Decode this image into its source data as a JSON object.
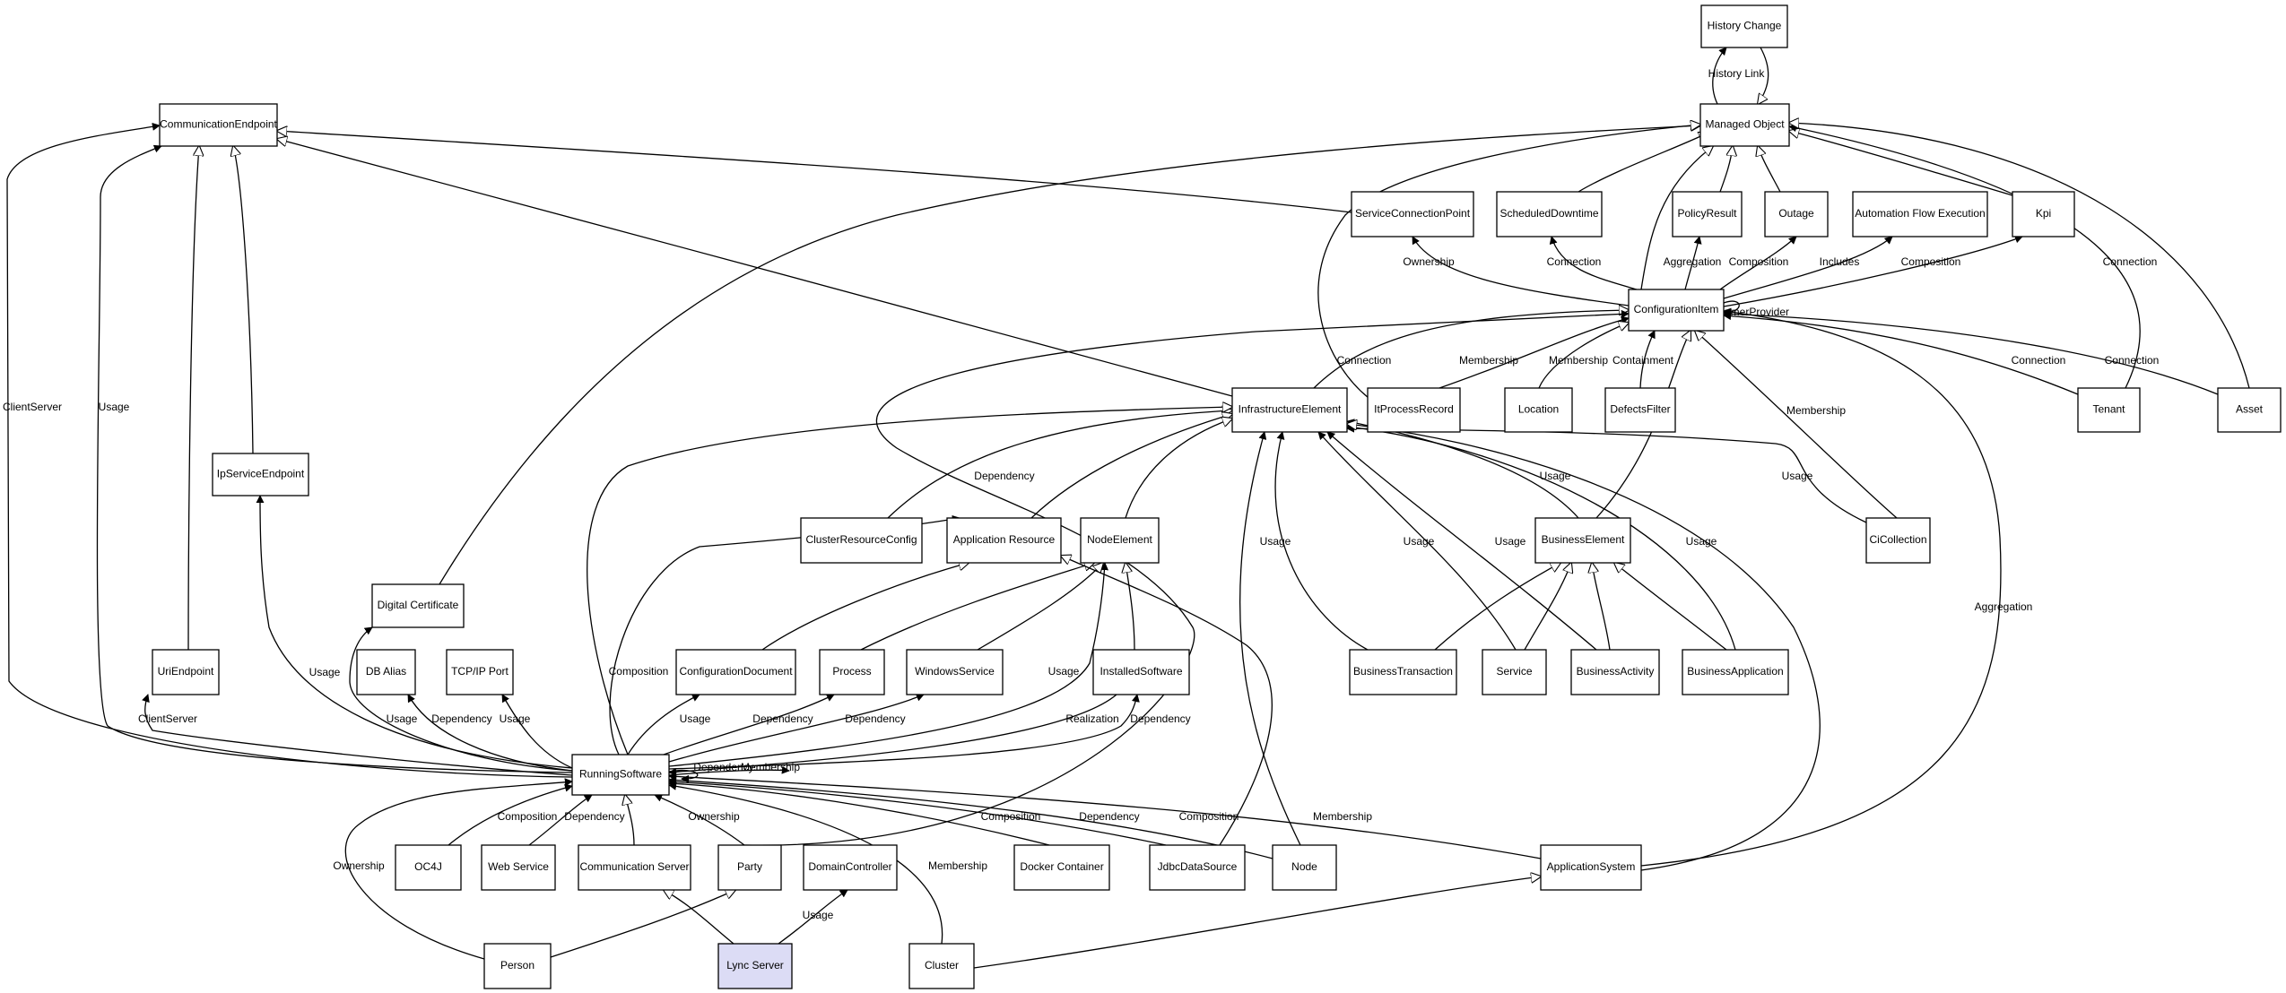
{
  "diagram": {
    "colors": {
      "node_fill": "#ffffff",
      "highlight_fill": "#dcdcf5",
      "stroke": "#000000",
      "background": "#ffffff"
    },
    "nodes": [
      {
        "id": "history-change",
        "label": "History Change"
      },
      {
        "id": "managed-object",
        "label": "Managed Object"
      },
      {
        "id": "communication-endpoint",
        "label": "CommunicationEndpoint"
      },
      {
        "id": "service-connection-point",
        "label": "ServiceConnectionPoint"
      },
      {
        "id": "scheduled-downtime",
        "label": "ScheduledDowntime"
      },
      {
        "id": "policy-result",
        "label": "PolicyResult"
      },
      {
        "id": "outage",
        "label": "Outage"
      },
      {
        "id": "automation-flow-execution",
        "label": "Automation Flow Execution"
      },
      {
        "id": "kpi",
        "label": "Kpi"
      },
      {
        "id": "configuration-item",
        "label": "ConfigurationItem"
      },
      {
        "id": "infrastructure-element",
        "label": "InfrastructureElement"
      },
      {
        "id": "it-process-record",
        "label": "ItProcessRecord"
      },
      {
        "id": "location",
        "label": "Location"
      },
      {
        "id": "defects-filter",
        "label": "DefectsFilter"
      },
      {
        "id": "tenant",
        "label": "Tenant"
      },
      {
        "id": "asset",
        "label": "Asset"
      },
      {
        "id": "ip-service-endpoint",
        "label": "IpServiceEndpoint"
      },
      {
        "id": "cluster-resource-config",
        "label": "ClusterResourceConfig"
      },
      {
        "id": "application-resource",
        "label": "Application Resource"
      },
      {
        "id": "node-element",
        "label": "NodeElement"
      },
      {
        "id": "business-element",
        "label": "BusinessElement"
      },
      {
        "id": "ci-collection",
        "label": "CiCollection"
      },
      {
        "id": "digital-certificate",
        "label": "Digital Certificate"
      },
      {
        "id": "uri-endpoint",
        "label": "UriEndpoint"
      },
      {
        "id": "db-alias",
        "label": "DB Alias"
      },
      {
        "id": "tcpip-port",
        "label": "TCP/IP Port"
      },
      {
        "id": "configuration-document",
        "label": "ConfigurationDocument"
      },
      {
        "id": "process",
        "label": "Process"
      },
      {
        "id": "windows-service",
        "label": "WindowsService"
      },
      {
        "id": "installed-software",
        "label": "InstalledSoftware"
      },
      {
        "id": "business-transaction",
        "label": "BusinessTransaction"
      },
      {
        "id": "service",
        "label": "Service"
      },
      {
        "id": "business-activity",
        "label": "BusinessActivity"
      },
      {
        "id": "business-application",
        "label": "BusinessApplication"
      },
      {
        "id": "running-software",
        "label": "RunningSoftware"
      },
      {
        "id": "oc4j",
        "label": "OC4J"
      },
      {
        "id": "web-service",
        "label": "Web Service"
      },
      {
        "id": "communication-server",
        "label": "Communication Server"
      },
      {
        "id": "party",
        "label": "Party"
      },
      {
        "id": "domain-controller",
        "label": "DomainController"
      },
      {
        "id": "docker-container",
        "label": "Docker Container"
      },
      {
        "id": "jdbc-data-source",
        "label": "JdbcDataSource"
      },
      {
        "id": "node",
        "label": "Node"
      },
      {
        "id": "application-system",
        "label": "ApplicationSystem"
      },
      {
        "id": "person",
        "label": "Person"
      },
      {
        "id": "lync-server",
        "label": "Lync Server",
        "highlighted": true
      },
      {
        "id": "cluster",
        "label": "Cluster"
      }
    ],
    "edges": [
      {
        "from": "managed-object",
        "to": "history-change",
        "label": "History Link",
        "kind": "association"
      },
      {
        "from": "history-change",
        "to": "managed-object",
        "label": "",
        "kind": "inheritance"
      },
      {
        "from": "service-connection-point",
        "to": "communication-endpoint",
        "label": "",
        "kind": "inheritance"
      },
      {
        "from": "infrastructure-element",
        "to": "communication-endpoint",
        "label": "",
        "kind": "inheritance"
      },
      {
        "from": "scheduled-downtime",
        "to": "managed-object",
        "label": "",
        "kind": "inheritance"
      },
      {
        "from": "policy-result",
        "to": "managed-object",
        "label": "",
        "kind": "inheritance"
      },
      {
        "from": "outage",
        "to": "managed-object",
        "label": "",
        "kind": "inheritance"
      },
      {
        "from": "kpi",
        "to": "managed-object",
        "label": "",
        "kind": "inheritance"
      },
      {
        "from": "configuration-item",
        "to": "managed-object",
        "label": "",
        "kind": "inheritance"
      },
      {
        "from": "digital-certificate",
        "to": "managed-object",
        "label": "",
        "kind": "inheritance"
      },
      {
        "from": "it-process-record",
        "to": "managed-object",
        "label": "",
        "kind": "inheritance"
      },
      {
        "from": "tenant",
        "to": "managed-object",
        "label": "Connection",
        "kind": "association"
      },
      {
        "from": "asset",
        "to": "managed-object",
        "label": "",
        "kind": "inheritance"
      },
      {
        "from": "configuration-item",
        "to": "service-connection-point",
        "label": "Ownership",
        "kind": "association"
      },
      {
        "from": "configuration-item",
        "to": "scheduled-downtime",
        "label": "Connection",
        "kind": "association"
      },
      {
        "from": "configuration-item",
        "to": "policy-result",
        "label": "Aggregation",
        "kind": "association"
      },
      {
        "from": "configuration-item",
        "to": "outage",
        "label": "Composition",
        "kind": "association"
      },
      {
        "from": "configuration-item",
        "to": "automation-flow-execution",
        "label": "Includes",
        "kind": "association"
      },
      {
        "from": "configuration-item",
        "to": "kpi",
        "label": "Composition",
        "kind": "association"
      },
      {
        "from": "configuration-item",
        "to": "configuration-item",
        "label": "ConsumerProvider",
        "kind": "association"
      },
      {
        "from": "infrastructure-element",
        "to": "configuration-item",
        "label": "Connection",
        "kind": "inheritance"
      },
      {
        "from": "it-process-record",
        "to": "configuration-item",
        "label": "Membership",
        "kind": "association"
      },
      {
        "from": "location",
        "to": "configuration-item",
        "label": "Membership",
        "kind": "inheritance"
      },
      {
        "from": "defects-filter",
        "to": "configuration-item",
        "label": "Containment",
        "kind": "association"
      },
      {
        "from": "tenant",
        "to": "configuration-item",
        "label": "Connection",
        "kind": "association"
      },
      {
        "from": "asset",
        "to": "configuration-item",
        "label": "Connection",
        "kind": "association"
      },
      {
        "from": "ci-collection",
        "to": "configuration-item",
        "label": "Membership",
        "kind": "inheritance"
      },
      {
        "from": "business-element",
        "to": "configuration-item",
        "label": "",
        "kind": "inheritance"
      },
      {
        "from": "application-system",
        "to": "configuration-item",
        "label": "Aggregation",
        "kind": "association"
      },
      {
        "from": "cluster-resource-config",
        "to": "infrastructure-element",
        "label": "Dependency",
        "kind": "inheritance"
      },
      {
        "from": "application-resource",
        "to": "infrastructure-element",
        "label": "",
        "kind": "inheritance"
      },
      {
        "from": "node-element",
        "to": "infrastructure-element",
        "label": "",
        "kind": "inheritance"
      },
      {
        "from": "running-software",
        "to": "infrastructure-element",
        "label": "",
        "kind": "inheritance"
      },
      {
        "from": "business-element",
        "to": "infrastructure-element",
        "label": "Usage",
        "kind": "association"
      },
      {
        "from": "ci-collection",
        "to": "infrastructure-element",
        "label": "Usage",
        "kind": "association"
      },
      {
        "from": "service",
        "to": "infrastructure-element",
        "label": "Usage",
        "kind": "association"
      },
      {
        "from": "business-transaction",
        "to": "infrastructure-element",
        "label": "Usage",
        "kind": "association"
      },
      {
        "from": "business-activity",
        "to": "infrastructure-element",
        "label": "Usage",
        "kind": "association"
      },
      {
        "from": "business-application",
        "to": "infrastructure-element",
        "label": "Usage",
        "kind": "association"
      },
      {
        "from": "node",
        "to": "infrastructure-element",
        "label": "Usage",
        "kind": "association"
      },
      {
        "from": "application-system",
        "to": "infrastructure-element",
        "label": "",
        "kind": "inheritance"
      },
      {
        "from": "business-transaction",
        "to": "business-element",
        "label": "",
        "kind": "inheritance"
      },
      {
        "from": "service",
        "to": "business-element",
        "label": "",
        "kind": "inheritance"
      },
      {
        "from": "business-activity",
        "to": "business-element",
        "label": "",
        "kind": "inheritance"
      },
      {
        "from": "business-application",
        "to": "business-element",
        "label": "",
        "kind": "inheritance"
      },
      {
        "from": "running-software",
        "to": "communication-endpoint",
        "label": "ClientServer",
        "kind": "association"
      },
      {
        "from": "running-software",
        "to": "communication-endpoint",
        "label": "Usage",
        "kind": "association"
      },
      {
        "from": "uri-endpoint",
        "to": "communication-endpoint",
        "label": "",
        "kind": "inheritance"
      },
      {
        "from": "ip-service-endpoint",
        "to": "communication-endpoint",
        "label": "",
        "kind": "inheritance"
      },
      {
        "from": "running-software",
        "to": "ip-service-endpoint",
        "label": "Usage",
        "kind": "association"
      },
      {
        "from": "running-software",
        "to": "digital-certificate",
        "label": "Usage",
        "kind": "association"
      },
      {
        "from": "running-software",
        "to": "uri-endpoint",
        "label": "ClientServer",
        "kind": "association"
      },
      {
        "from": "running-software",
        "to": "db-alias",
        "label": "Dependency",
        "kind": "association"
      },
      {
        "from": "running-software",
        "to": "tcpip-port",
        "label": "Usage",
        "kind": "association"
      },
      {
        "from": "running-software",
        "to": "configuration-document",
        "label": "Usage",
        "kind": "association"
      },
      {
        "from": "running-software",
        "to": "process",
        "label": "Dependency",
        "kind": "association"
      },
      {
        "from": "running-software",
        "to": "windows-service",
        "label": "Dependency",
        "kind": "association"
      },
      {
        "from": "running-software",
        "to": "node-element",
        "label": "Usage",
        "kind": "association"
      },
      {
        "from": "running-software",
        "to": "installed-software",
        "label": "Dependency",
        "kind": "association"
      },
      {
        "from": "running-software",
        "to": "application-resource",
        "label": "Composition",
        "kind": "association"
      },
      {
        "from": "running-software",
        "to": "running-software",
        "label": "Dependency",
        "kind": "association"
      },
      {
        "from": "running-software",
        "to": "running-software",
        "label": "Membership",
        "kind": "association"
      },
      {
        "from": "configuration-document",
        "to": "application-resource",
        "label": "",
        "kind": "inheritance"
      },
      {
        "from": "process",
        "to": "node-element",
        "label": "",
        "kind": "inheritance"
      },
      {
        "from": "windows-service",
        "to": "node-element",
        "label": "",
        "kind": "inheritance"
      },
      {
        "from": "installed-software",
        "to": "node-element",
        "label": "",
        "kind": "inheritance"
      },
      {
        "from": "jdbc-data-source",
        "to": "application-resource",
        "label": "",
        "kind": "inheritance"
      },
      {
        "from": "installed-software",
        "to": "running-software",
        "label": "Realization",
        "kind": "association"
      },
      {
        "from": "oc4j",
        "to": "running-software",
        "label": "Composition",
        "kind": "association"
      },
      {
        "from": "web-service",
        "to": "running-software",
        "label": "Dependency",
        "kind": "association"
      },
      {
        "from": "communication-server",
        "to": "running-software",
        "label": "",
        "kind": "inheritance"
      },
      {
        "from": "party",
        "to": "running-software",
        "label": "Ownership",
        "kind": "association"
      },
      {
        "from": "party",
        "to": "configuration-item",
        "label": "",
        "kind": "association"
      },
      {
        "from": "person",
        "to": "running-software",
        "label": "Ownership",
        "kind": "association"
      },
      {
        "from": "cluster",
        "to": "running-software",
        "label": "Membership",
        "kind": "association"
      },
      {
        "from": "docker-container",
        "to": "running-software",
        "label": "Composition",
        "kind": "association"
      },
      {
        "from": "jdbc-data-source",
        "to": "running-software",
        "label": "Dependency",
        "kind": "association"
      },
      {
        "from": "node",
        "to": "running-software",
        "label": "Composition",
        "kind": "association"
      },
      {
        "from": "application-system",
        "to": "running-software",
        "label": "Membership",
        "kind": "association"
      },
      {
        "from": "person",
        "to": "party",
        "label": "",
        "kind": "inheritance"
      },
      {
        "from": "lync-server",
        "to": "communication-server",
        "label": "",
        "kind": "inheritance"
      },
      {
        "from": "lync-server",
        "to": "domain-controller",
        "label": "Usage",
        "kind": "association"
      },
      {
        "from": "cluster",
        "to": "application-system",
        "label": "",
        "kind": "inheritance"
      }
    ]
  }
}
